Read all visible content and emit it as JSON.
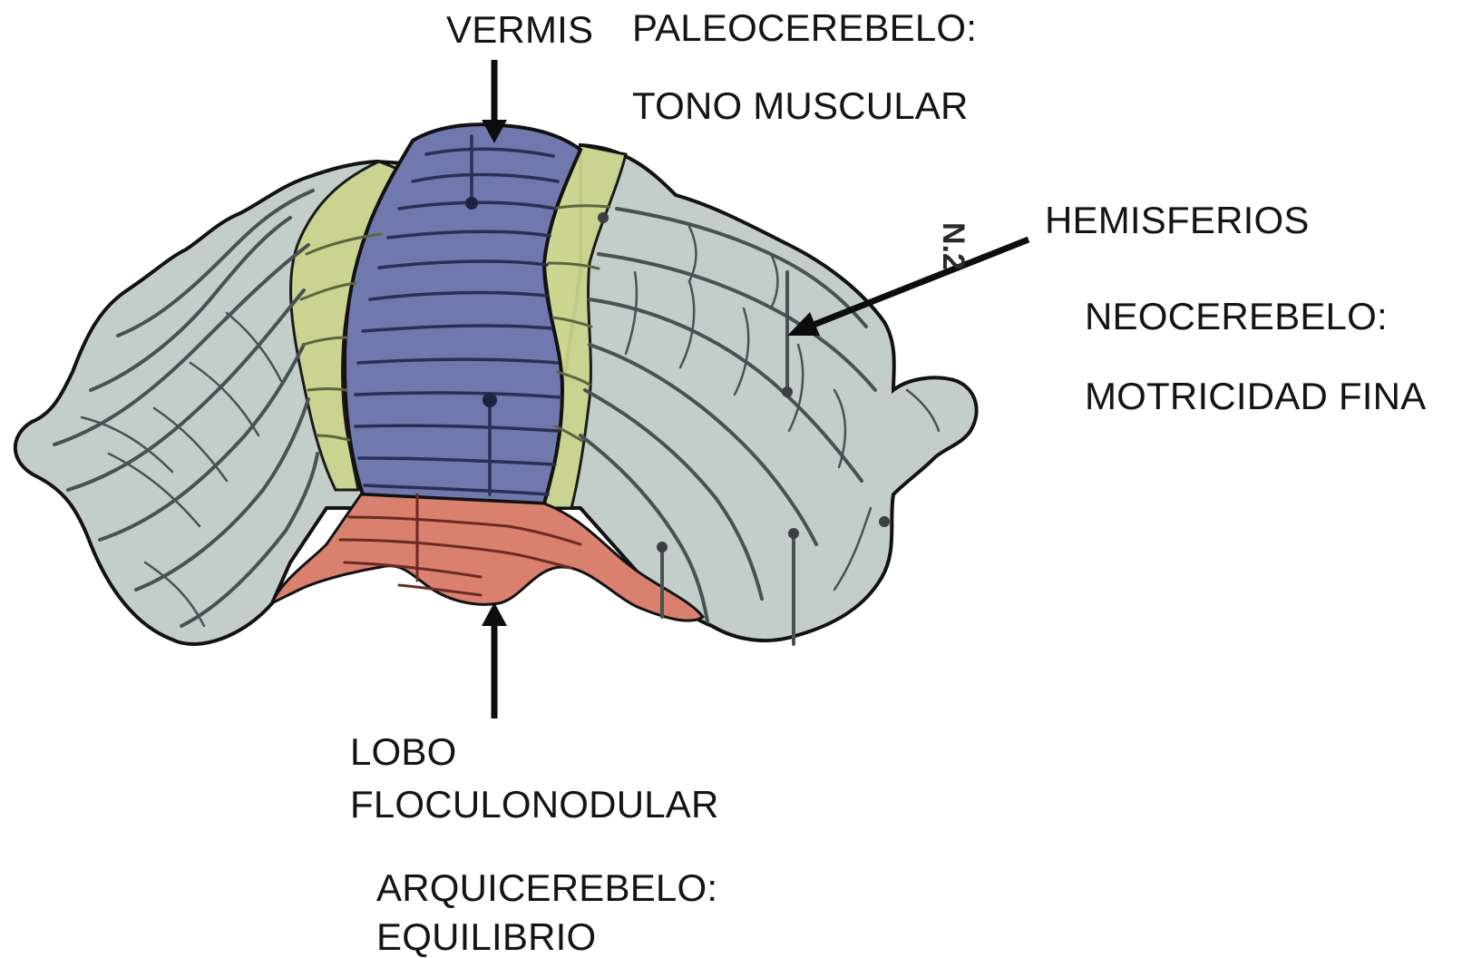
{
  "labels": {
    "vermis": "VERMIS",
    "paleo_title": "PALEOCEREBELO:",
    "paleo_function": "TONO MUSCULAR",
    "hemisferios": "HEMISFERIOS",
    "neo_title": "NEOCEREBELO:",
    "neo_function": "MOTRICIDAD FINA",
    "lobo_line1": "LOBO",
    "lobo_line2": "FLOCULONODULAR",
    "arqui_title": "ARQUICEREBELO:",
    "arqui_function": "EQUILIBRIO"
  },
  "scan_mark": "N.2",
  "colors": {
    "hemisphere": "#c3ceca",
    "vermis": "#7078ad",
    "paravermis": "#cbd48c",
    "flocculonodular": "#d9806f",
    "outline": "#121212",
    "arrow": "#0d0d0d"
  }
}
